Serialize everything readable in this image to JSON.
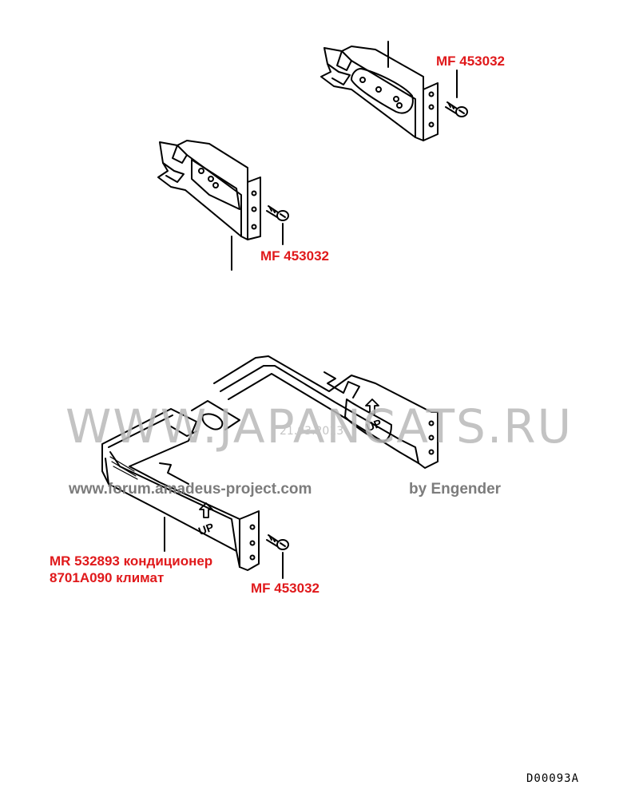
{
  "labels": {
    "screw_top_right": "MF 453032",
    "screw_middle": "MF 453032",
    "screw_bottom": "MF 453032",
    "bracket_part_line1": "MR 532893 кондиционер",
    "bracket_part_line2": "8701A090 климат"
  },
  "watermark": {
    "site": "WWW.JAPANCATS.RU",
    "date": "21.03.2013",
    "forum": "www.forum.amadeus-project.com",
    "author": "by Engender"
  },
  "drawing_code": "D00093A",
  "bracket_marking": "UP",
  "colors": {
    "label": "#e0191b",
    "line_art": "#000000",
    "watermark": "#b9b9b9",
    "watermark_text": "#7c7c7c"
  }
}
